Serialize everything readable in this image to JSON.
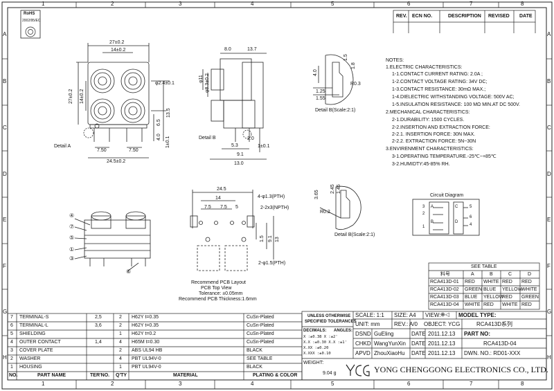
{
  "zones": {
    "cols": [
      "1",
      "2",
      "3",
      "4",
      "5",
      "6",
      "7",
      "8"
    ],
    "rows": [
      "A",
      "B",
      "C",
      "D",
      "E",
      "F",
      "G",
      "H"
    ]
  },
  "rohs": {
    "line1": "RoHS",
    "line2": "2002/95/EC"
  },
  "revision_block": {
    "headers": [
      "REV.",
      "ECN NO.",
      "DESCRIPTION",
      "REVISED",
      "DATE"
    ]
  },
  "front_view": {
    "dims": {
      "w27": "27±0.2",
      "w14": "14±0.2",
      "h27": "27±0.2",
      "h14": "14±0.2",
      "dia": "φ2.4±0.1",
      "d13_5": "13.5",
      "d6_5": "6.5",
      "d4_0": "4.0",
      "d1_0": "1±0.1",
      "d7_50a": "7.50",
      "d7_50b": "7.50",
      "d24_5": "24.5±0.2"
    },
    "detail_label": "Detail A"
  },
  "side_view": {
    "dims": {
      "d8_0": "8.0",
      "d13_7": "13.7",
      "d11": "φ11",
      "d8_3": "φ8.3±0.2",
      "d5_3": "5.3",
      "d2_0": "2.0",
      "d1_0": "1±0.1",
      "d9_1": "9.1",
      "d13_0": "13.0"
    },
    "detail_label": "Detail B"
  },
  "detail_b_top": {
    "dims": {
      "d4_0": "4.0",
      "d1_5": "1.5",
      "d1_8": "1.8",
      "r0_3": "R0.3",
      "d1_25": "1.25",
      "d1_55": "1.55"
    },
    "caption": "Detail B(Scale:2:1)"
  },
  "detail_b_mid": {
    "dims": {
      "d3_65": "3.65",
      "d2_45": "2.45",
      "d1_45": "1.45",
      "r0_2": "R0.2"
    },
    "caption": "Detail B(Scale:2:1)"
  },
  "notes": {
    "lines": [
      "NOTES:",
      "1.ELECTRIC CHARACTERISTICS:",
      "1-1.CONTACT CURRENT RATING: 2.0A ;",
      "1-2.CONTACT VOLTAGE RATING: 34V DC;",
      "1-3.CONTACT RESISTANCE: 30mΩ MAX.;",
      "1-4.DIELECTRIC WITHSTANDING VOLTAGE: 500V AC;",
      "1-5.INSULATION RESISTANCE: 100 MΩ MIN.AT DC 500V.",
      "2.MECHANICAL CHARACTERISTICS:",
      "2-1.DURABILITY: 1500 CYCLES.",
      "2-2.INSERTION AND EXTRACTION FORCE:",
      "2-2.1. INSERTION FORCE:     30N MAX.",
      "2-2.2. EXTRACTION FORCE:  5N~30N",
      "3.ENVIRENMENT CHARACTERISTICS:",
      "3-1.OPERATING TEMPERATURE.-25℃~+85℃",
      "3-2.HUMIDTY:45-85% RH."
    ]
  },
  "circuit": {
    "title": "Circuit Diagram",
    "pins": [
      "3",
      "2",
      "1",
      "5",
      "6",
      "4"
    ],
    "labels": [
      "A",
      "B",
      "C",
      "D"
    ]
  },
  "pcb_layout": {
    "dims": {
      "d24_5": "24.5",
      "d14": "14",
      "d7_5a": "7.5",
      "d7_5b": "7.5",
      "d5": "5",
      "h4": "4-φ1.3(PTH)",
      "h2": "2-2x3(NPTH)",
      "h2b": "2-φ1.5(PTH)",
      "d1_5": "1.5",
      "d9_1": "9.1",
      "d13": "13"
    },
    "caption": [
      "Recommend PCB Layout",
      "PCB Top View",
      "Tolerance: ±0.05mm",
      "Recommend PCB Thickness:1.6mm"
    ]
  },
  "balloons": [
    "④",
    "⑦",
    "⑤",
    "①",
    "③",
    "⑥"
  ],
  "see_table": {
    "title": "SEE TABLE",
    "headers": [
      "料号",
      "A",
      "B",
      "C",
      "D"
    ],
    "rows": [
      [
        "RCA413D-01",
        "RED",
        "WHITE",
        "RED",
        "RED"
      ],
      [
        "RCA413D-02",
        "GREEN",
        "BLUE",
        "YELLOW",
        "WHITE"
      ],
      [
        "RCA413D-03",
        "BLUE",
        "YELLOW",
        "RED",
        "GREEN"
      ],
      [
        "RCA413D-04",
        "WHITE",
        "RED",
        "WHITE",
        "RED"
      ]
    ]
  },
  "bom": {
    "rows": [
      [
        "7",
        "TERMINAL-S",
        "2,5",
        "2",
        "H62Y t=0.35",
        "CuSn-Plated"
      ],
      [
        "6",
        "TERMINAL-L",
        "3,6",
        "2",
        "H62Y t=0.35",
        "CuSn-Plated"
      ],
      [
        "5",
        "SHIELDING",
        "",
        "1",
        "H62Y t=0.2",
        "CuSn-Plated"
      ],
      [
        "4",
        "OUTER CONTACT",
        "1,4",
        "4",
        "H65M t=0.30",
        "CuSn-Plated"
      ],
      [
        "3",
        "COVER PLATE",
        "",
        "2",
        "ABS UL94 HB",
        "BLACK"
      ],
      [
        "2",
        "WASHER",
        "",
        "4",
        "PBT UL94V-0",
        "SEE TABLE"
      ],
      [
        "1",
        "HOUSING",
        "",
        "1",
        "PBT UL94V-0",
        "BLACK"
      ]
    ],
    "headers": [
      "NO.",
      "PART NAME",
      "TER'NO.",
      "Q'TY",
      "MATERIAL",
      "PLATING & COLOR"
    ]
  },
  "title_block": {
    "tol_title1": "UNLESS OTHERWISE",
    "tol_title2": "SPECIFIED TOLERANCES",
    "decimals": "DECIMALS:",
    "angles": "ANGLES:",
    "tol_lines": [
      "X    :±0.38  X  :±2'",
      "X.X  :±0.30  X.X :±1'",
      "X.XX :±0.20",
      "X.XXX :±0.10"
    ],
    "weight_label": "WEIGHT:",
    "weight_value": "9.04 g",
    "scale": "SCALE: 1:1",
    "size": "SIZE: A4",
    "view": "VIEW:",
    "model_type_label": "MODEL TYPE:",
    "unit": "UNIT:  mm",
    "rev": "REV.: A/0",
    "object": "OBJECT: YCG",
    "model_type": "RCA413D系列",
    "dsnd_label": "DSND",
    "dsnd": "GuEling",
    "dsnd_date_label": "DATE",
    "dsnd_date": "2011.12.13",
    "chkd_label": "CHKD",
    "chkd": "WangYunXin",
    "chkd_date_label": "DATE",
    "chkd_date": "2011.12.13",
    "apvd_label": "APVD",
    "apvd": "ZhouXiaoHu",
    "apvd_date_label": "DATE",
    "apvd_date": "2011.12.13",
    "part_no_label": "PART NO:",
    "part_no": "RCA413D-04",
    "dwn_no": "DWN. NO.: RD01-XXX",
    "logo": "YCG",
    "company": "YONG CHENGGONG ELECTRONICS  CO., LTD."
  }
}
